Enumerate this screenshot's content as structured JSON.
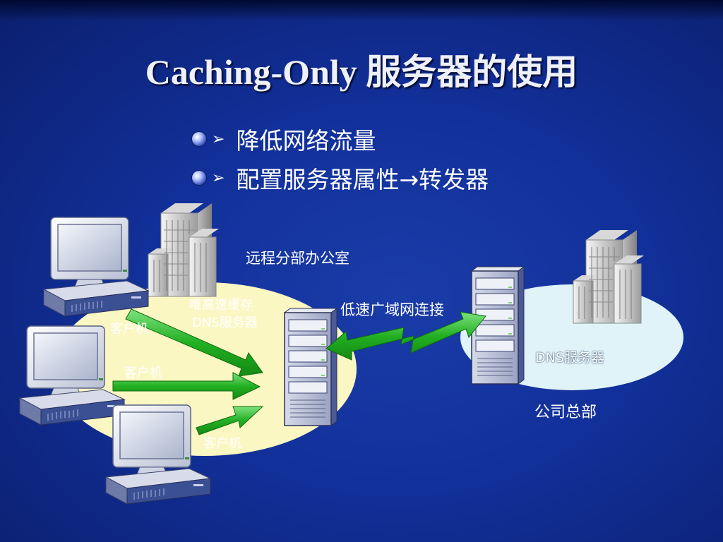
{
  "title": "Caching-Only 服务器的使用",
  "bullets": [
    "降低网络流量",
    "配置服务器属性→转发器"
  ],
  "labels": {
    "remote_office": "远程分部办公室",
    "cache_server": [
      "唯高速缓存",
      "DNS服务器"
    ],
    "wan_link": "低速广域网连接",
    "dns_server": "DNS服务器",
    "headquarters": "公司总部",
    "clients": [
      "客户机",
      "客户机",
      "客户机"
    ]
  },
  "colors": {
    "background": "#12309a",
    "ellipse_left": "#fbf7c2",
    "ellipse_right": "#dff3f8",
    "arrow_green": "#2cb82c"
  },
  "icons": [
    "client-computer-icon",
    "server-tower-icon",
    "office-building-icon",
    "lightning-link-icon",
    "bullet-ball-icon"
  ]
}
